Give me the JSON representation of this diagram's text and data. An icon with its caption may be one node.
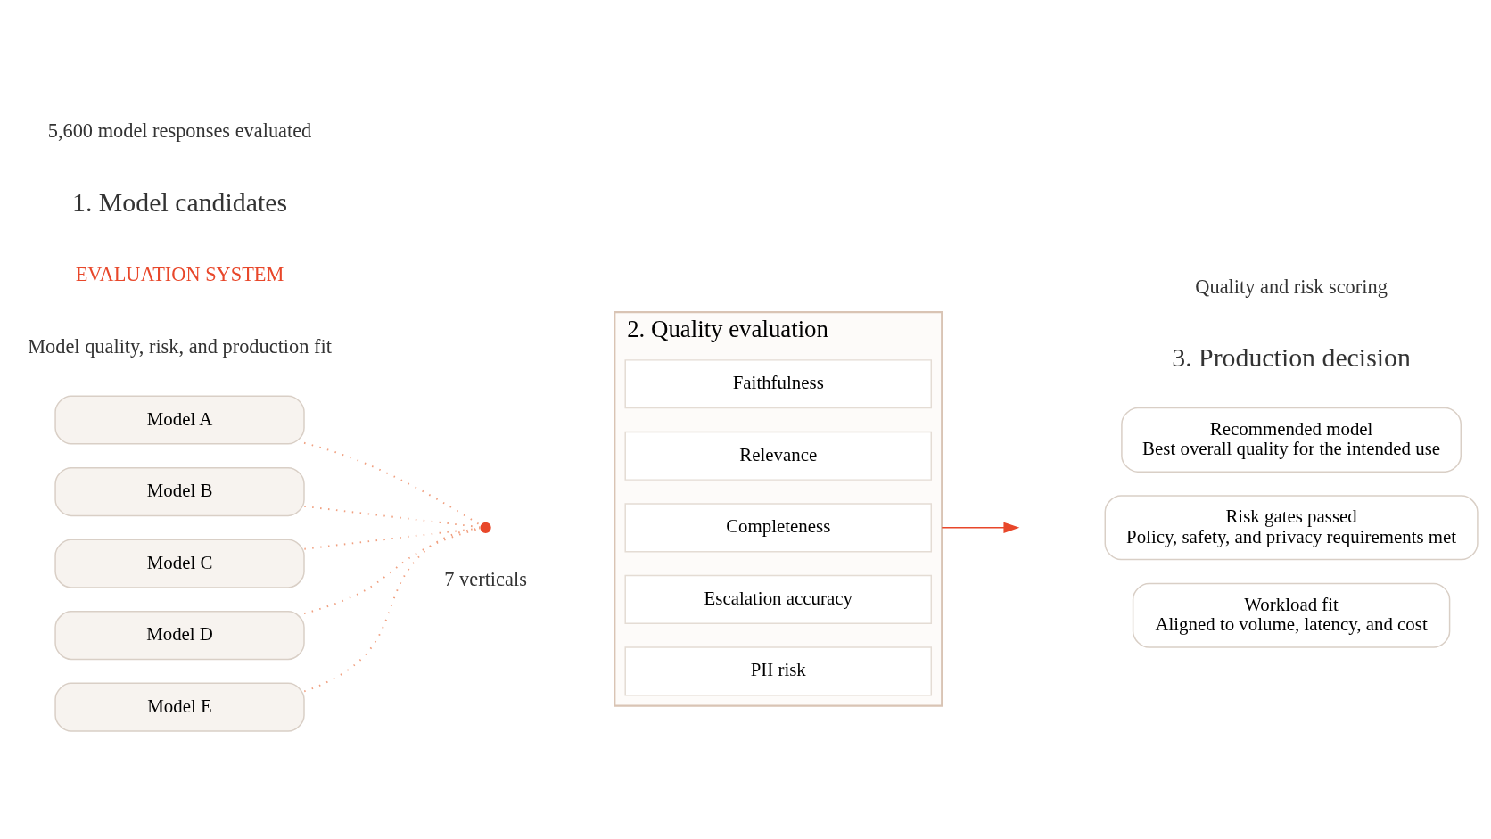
{
  "diagram": {
    "nodes": [
      {
        "text": [
          "Model A"
        ]
      },
      {
        "text": [
          "Model B"
        ]
      },
      {
        "text": [
          "Model C"
        ]
      },
      {
        "text": [
          "Model D"
        ]
      },
      {
        "text": [
          "Model E"
        ]
      },
      {
        "text": [],
        "shape": "circle"
      },
      {
        "text": [
          "2. Quality evaluation"
        ]
      },
      {
        "text": [
          "Faithfulness"
        ],
        "in": 6
      },
      {
        "text": [
          "Relevance"
        ],
        "in": 6
      },
      {
        "text": [
          "Completeness"
        ],
        "in": 6
      },
      {
        "text": [
          "Escalation accuracy"
        ],
        "in": 6
      },
      {
        "text": [
          "PII risk"
        ],
        "in": 6
      },
      {
        "text": [
          "Recommended model",
          "Best overall quality for the intended use"
        ]
      },
      {
        "text": [
          "Risk gates passed",
          "Policy, safety, and privacy requirements met"
        ]
      },
      {
        "text": [
          "Workload fit",
          "Aligned to volume, latency, and cost"
        ]
      }
    ],
    "edges": [
      {
        "from": 0,
        "to": 5,
        "arrow": "none",
        "style": "dashed"
      },
      {
        "from": 1,
        "to": 5,
        "arrow": "none",
        "style": "dashed"
      },
      {
        "from": 2,
        "to": 5,
        "arrow": "none",
        "style": "dashed"
      },
      {
        "from": 3,
        "to": 5,
        "arrow": "none",
        "style": "dashed"
      },
      {
        "from": 4,
        "to": 5,
        "arrow": "none",
        "style": "dashed"
      },
      {
        "from": 6,
        "to": null,
        "arrow": "to",
        "color": "#e8472a"
      }
    ],
    "labels": [
      "EVALUATION SYSTEM",
      "Model quality, risk, and production fit",
      "1. Model candidates",
      "3. Production decision",
      "5,600 model responses evaluated",
      "7 verticals",
      "Quality and risk scoring"
    ]
  }
}
